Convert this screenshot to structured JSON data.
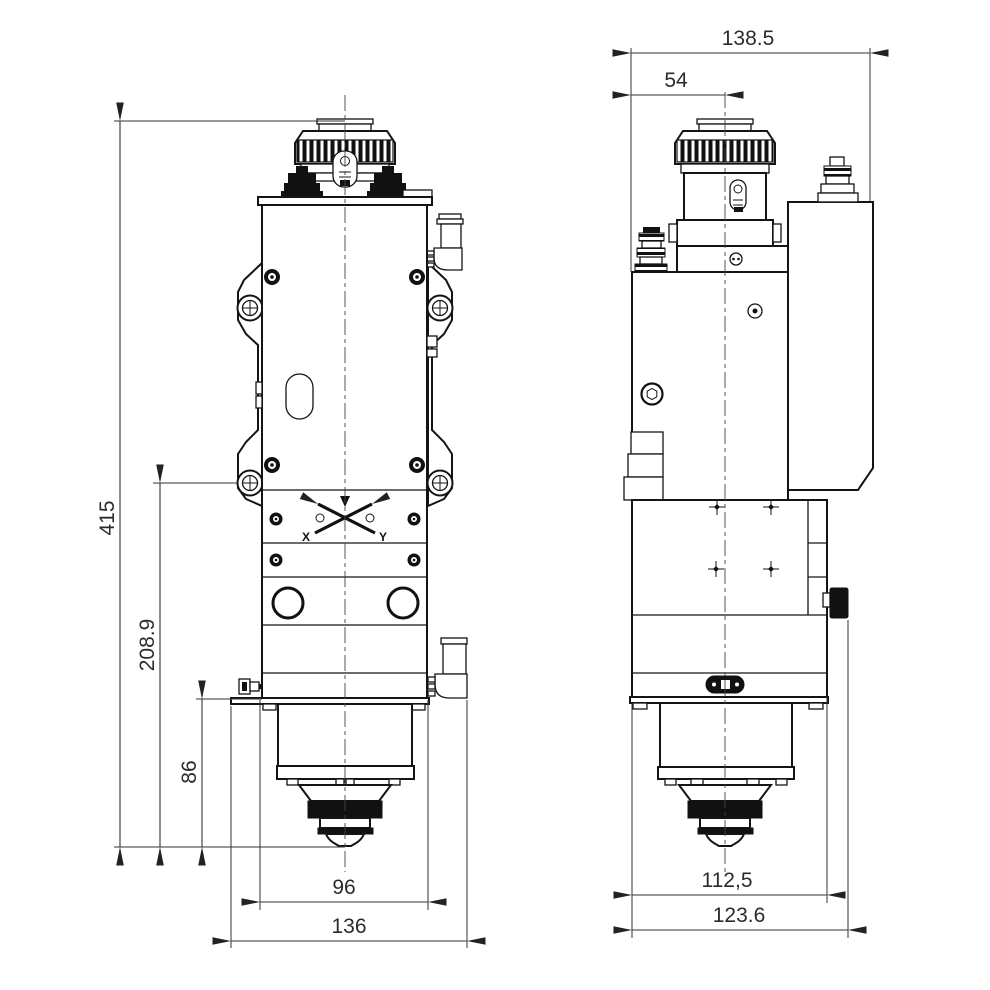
{
  "front_view": {
    "dims": {
      "height_total": "415",
      "height_mid": "208.9",
      "height_lower": "86",
      "width_inner": "96",
      "width_outer": "136"
    },
    "axis": {
      "x": "X",
      "y": "Y"
    }
  },
  "side_view": {
    "dims": {
      "width_top": "138.5",
      "center_offset": "54",
      "width_inner": "112,5",
      "width_outer": "123.6"
    }
  },
  "colors": {
    "line": "#141414",
    "dim_line": "#333333",
    "text": "#2b2b2b",
    "background": "#ffffff",
    "fill_dark": "#111111"
  }
}
